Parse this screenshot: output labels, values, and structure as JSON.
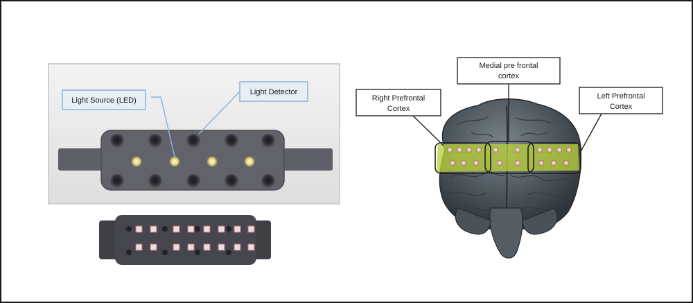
{
  "labels": {
    "light_source": "Light Source (LED)",
    "light_detector": "Light Detector",
    "medial_line1": "Medial pre frontal",
    "medial_line2": "cortex",
    "right_line1": "Right Prefrontal",
    "right_line2": "Cortex",
    "left_line1": "Left Prefrontal",
    "left_line2": "Cortex"
  },
  "colors": {
    "sensor_body": "#5f5f67",
    "led_glow": "#f2e8a8",
    "callout_bg": "#e6eef6",
    "callout_border": "#8fb2d4",
    "brain": "#4a5258",
    "sensor_band": "#b8cf3a"
  }
}
